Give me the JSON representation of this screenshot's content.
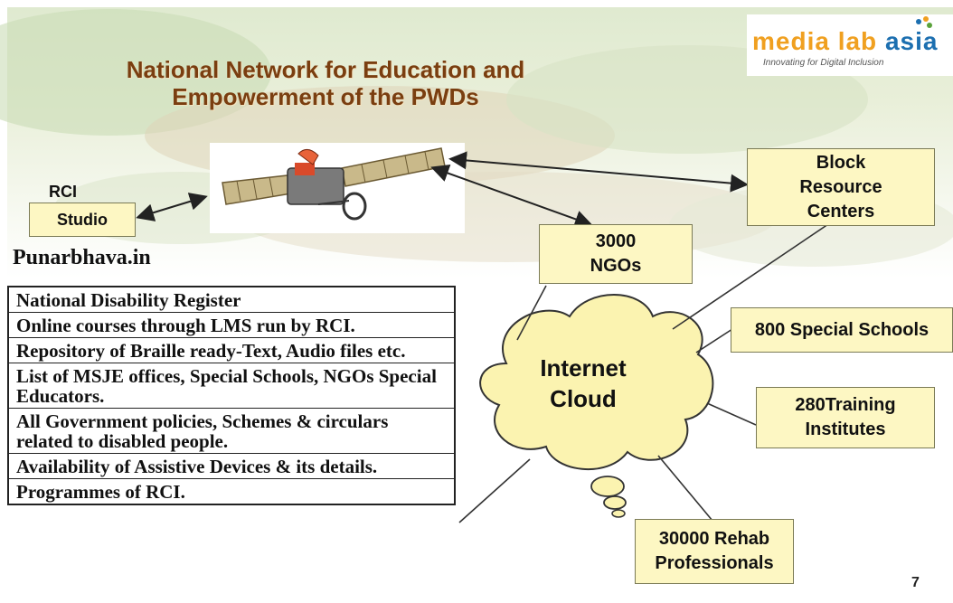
{
  "slide": {
    "title_line1": "National Network for Education and",
    "title_line2": "Empowerment of the PWDs",
    "page_number": "7"
  },
  "logo": {
    "part1": "media lab ",
    "part2": "asia",
    "tagline": "Innovating for Digital Inclusion"
  },
  "nodes": {
    "rci_label": "RCI",
    "studio": "Studio",
    "block": "Block\nResource\nCenters",
    "ngos": "3000\nNGOs",
    "schools": "800 Special Schools",
    "training": "280Training\nInstitutes",
    "rehab": "30000 Rehab\nProfessionals",
    "cloud": "Internet\nCloud"
  },
  "portal": {
    "site": "Punarbhava.in",
    "items": [
      "National Disability Register",
      "Online courses through LMS run by RCI.",
      "Repository of Braille ready-Text, Audio files etc.",
      "List of MSJE offices, Special Schools, NGOs Special Educators.",
      "All Government policies, Schemes & circulars related to disabled people.",
      "Availability of Assistive Devices & its details.",
      "Programmes of RCI."
    ]
  },
  "colors": {
    "box_fill": "#fdf7c3",
    "cloud_fill": "#fbf3b0",
    "title": "#7a3e10",
    "logo_orange": "#f0a020",
    "logo_blue": "#1c6fb0"
  },
  "icons": [
    "satellite-icon",
    "media-lab-asia-logo"
  ]
}
